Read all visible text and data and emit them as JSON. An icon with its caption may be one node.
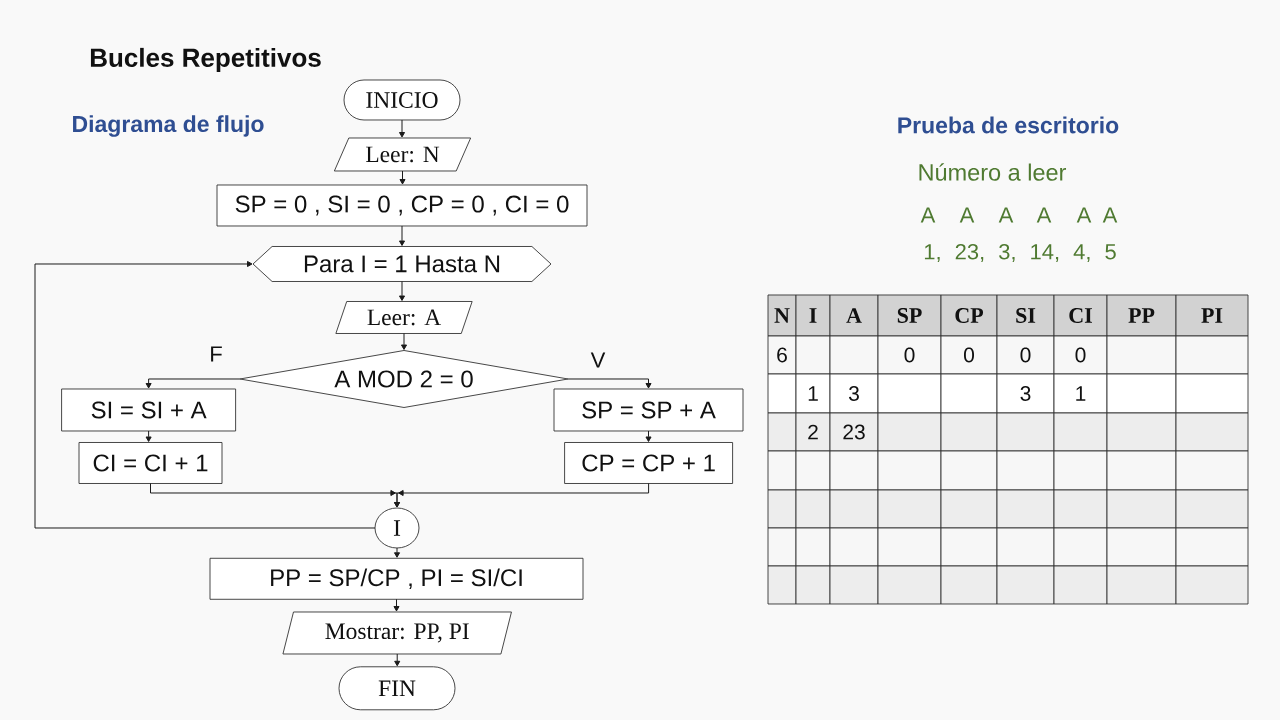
{
  "diagram": {
    "title": "Bucles Repetitivos",
    "nodes": [
      {
        "text": [
          "INICIO"
        ]
      },
      {
        "text": [
          "Leer: N"
        ]
      },
      {
        "text": [
          "SP = 0 , SI = 0 , CP = 0 , CI = 0"
        ]
      },
      {
        "text": [
          "Para I = 1 Hasta N"
        ]
      },
      {
        "text": [
          "Leer: A"
        ]
      },
      {
        "text": [
          "A MOD 2 = 0"
        ]
      },
      {
        "text": [
          "SI = SI + A"
        ]
      },
      {
        "text": [
          "CI = CI + 1"
        ]
      },
      {
        "text": [
          "SP = SP + A"
        ]
      },
      {
        "text": [
          "CP = CP + 1"
        ]
      },
      {
        "text": [
          "I"
        ]
      },
      {
        "text": [
          "PP = SP/CP , PI = SI/CI"
        ]
      },
      {
        "text": [
          "Mostrar: PP, PI"
        ]
      },
      {
        "text": [
          "FIN"
        ]
      }
    ],
    "edges": [
      {
        "from": 0,
        "to": 1,
        "arrow": "to"
      },
      {
        "from": 1,
        "to": 2,
        "arrow": "to"
      },
      {
        "from": 2,
        "to": 3,
        "arrow": "to"
      },
      {
        "from": 3,
        "to": 4,
        "arrow": "to"
      },
      {
        "from": 4,
        "to": 5,
        "arrow": "to"
      },
      {
        "from": 5,
        "to": 6,
        "arrow": "to",
        "label": "F"
      },
      {
        "from": 5,
        "to": 8,
        "arrow": "to",
        "label": "V"
      },
      {
        "from": 6,
        "to": 7,
        "arrow": "to"
      },
      {
        "from": 8,
        "to": 9,
        "arrow": "to"
      },
      {
        "from": 7,
        "to": 10,
        "arrow": "to"
      },
      {
        "from": 9,
        "to": 10,
        "arrow": "to"
      },
      {
        "from": 10,
        "to": 3,
        "arrow": "to"
      },
      {
        "from": 10,
        "to": 11,
        "arrow": "to"
      },
      {
        "from": 11,
        "to": 12,
        "arrow": "to"
      },
      {
        "from": 12,
        "to": 13,
        "arrow": "to"
      }
    ],
    "labels": [
      "Diagrama de flujo",
      "Prueba de escritorio",
      "Número a leer",
      "A",
      "A",
      "A",
      "A",
      "A",
      "A",
      "1, 23, 3, 14, 4, 5",
      "N",
      "I",
      "A",
      "SP",
      "CP",
      "SI",
      "CI",
      "PP",
      "PI",
      "6",
      "0",
      "0",
      "0",
      "0",
      "1",
      "3",
      "3",
      "1",
      "2",
      "23"
    ]
  }
}
